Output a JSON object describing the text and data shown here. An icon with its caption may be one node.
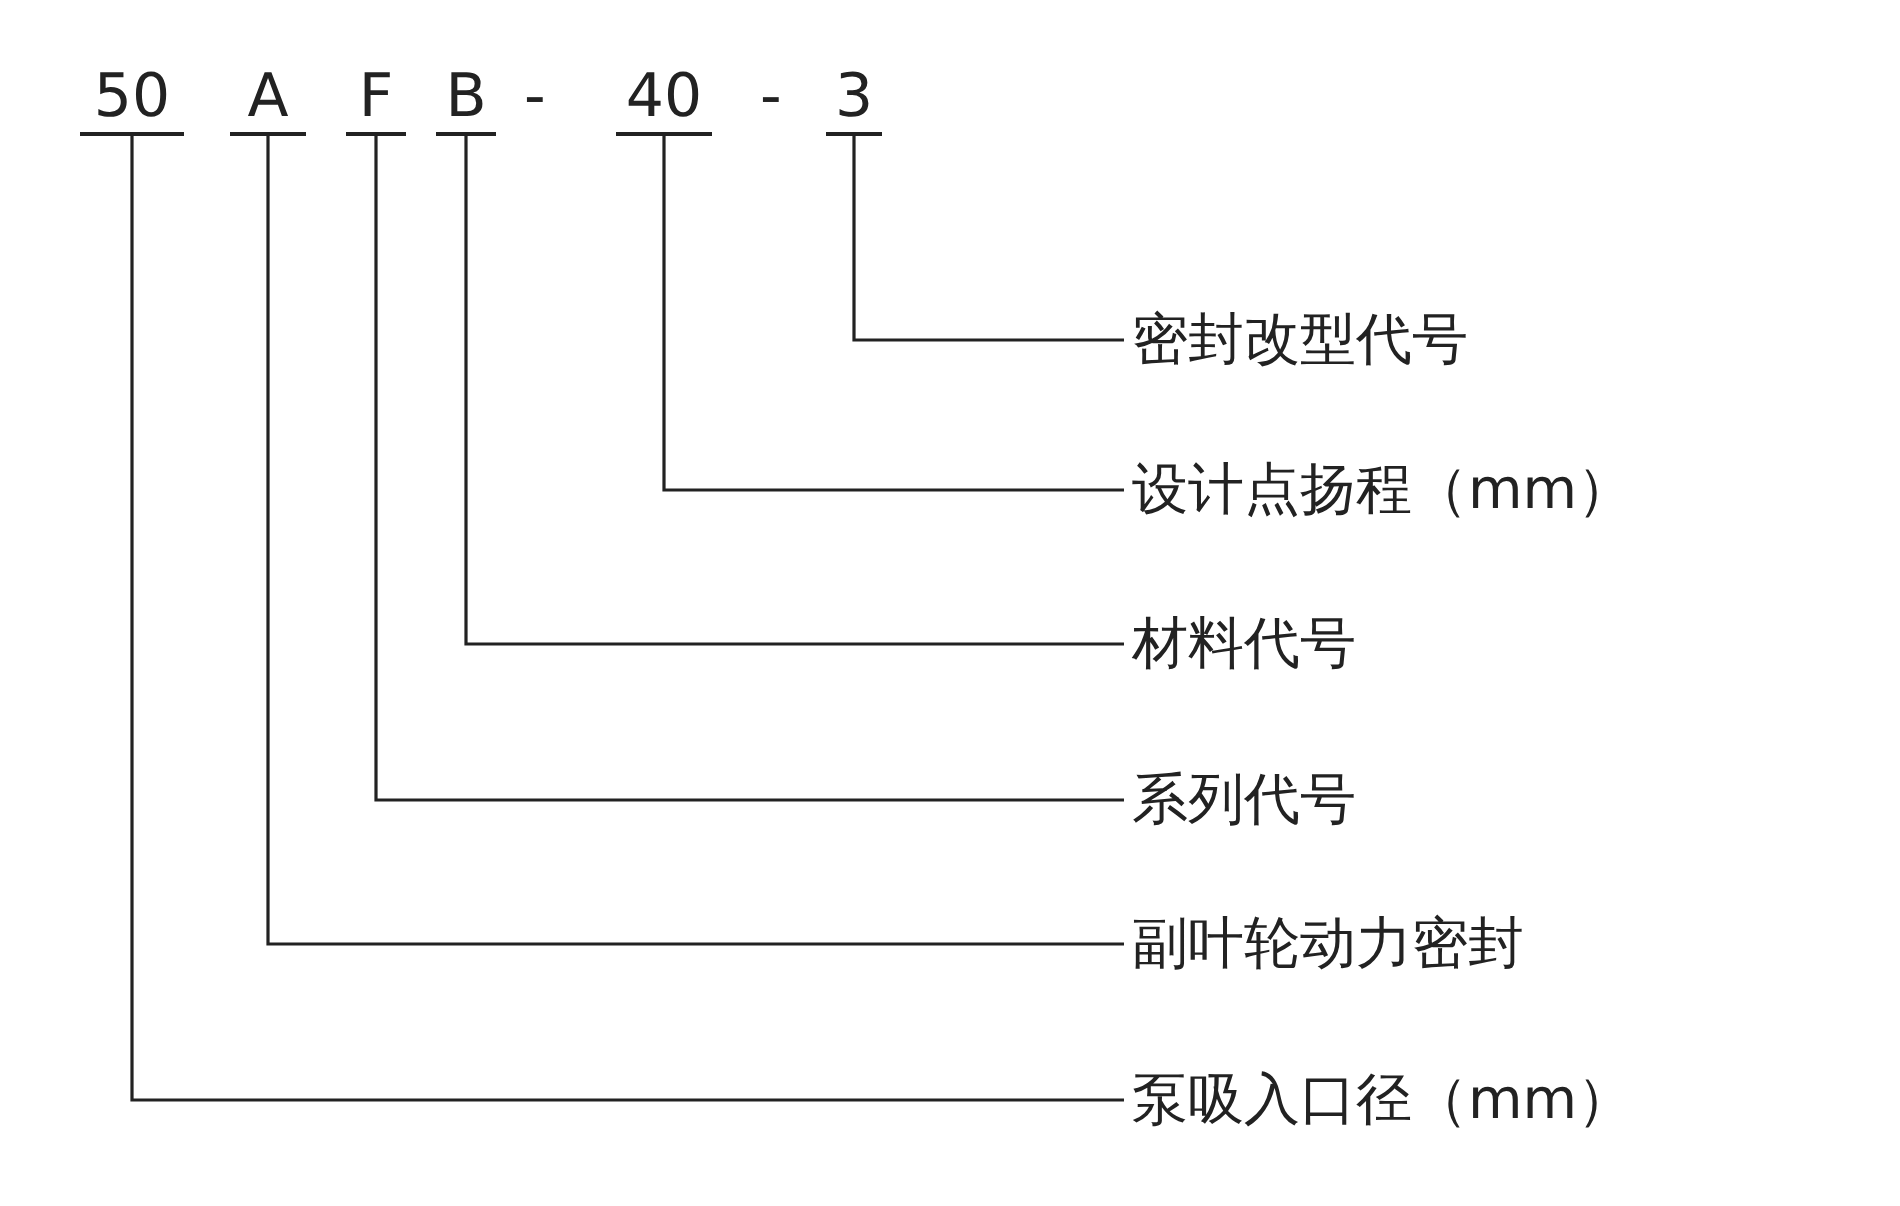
{
  "diagram": {
    "nodes": [
      {
        "text": [
          "50"
        ]
      },
      {
        "text": [
          "A"
        ]
      },
      {
        "text": [
          "F"
        ]
      },
      {
        "text": [
          "B"
        ]
      },
      {
        "text": [
          "40"
        ]
      },
      {
        "text": [
          "3"
        ]
      },
      {
        "text": [
          "密封改型代号"
        ]
      },
      {
        "text": [
          "设计点扬程（mm）"
        ]
      },
      {
        "text": [
          "材料代号"
        ]
      },
      {
        "text": [
          "系列代号"
        ]
      },
      {
        "text": [
          "副叶轮动力密封"
        ]
      },
      {
        "text": [
          "泵吸入口径（mm）"
        ]
      }
    ],
    "edges": [
      {
        "from": 6,
        "to": 5,
        "arrow": "none"
      },
      {
        "from": 7,
        "to": 4,
        "arrow": "none"
      },
      {
        "from": 8,
        "to": 3,
        "arrow": "none"
      },
      {
        "from": 9,
        "to": 2,
        "arrow": "none"
      },
      {
        "from": 10,
        "to": 1,
        "arrow": "none"
      },
      {
        "from": 11,
        "to": 0,
        "arrow": "none"
      }
    ],
    "labels": [
      "-",
      "-"
    ]
  }
}
